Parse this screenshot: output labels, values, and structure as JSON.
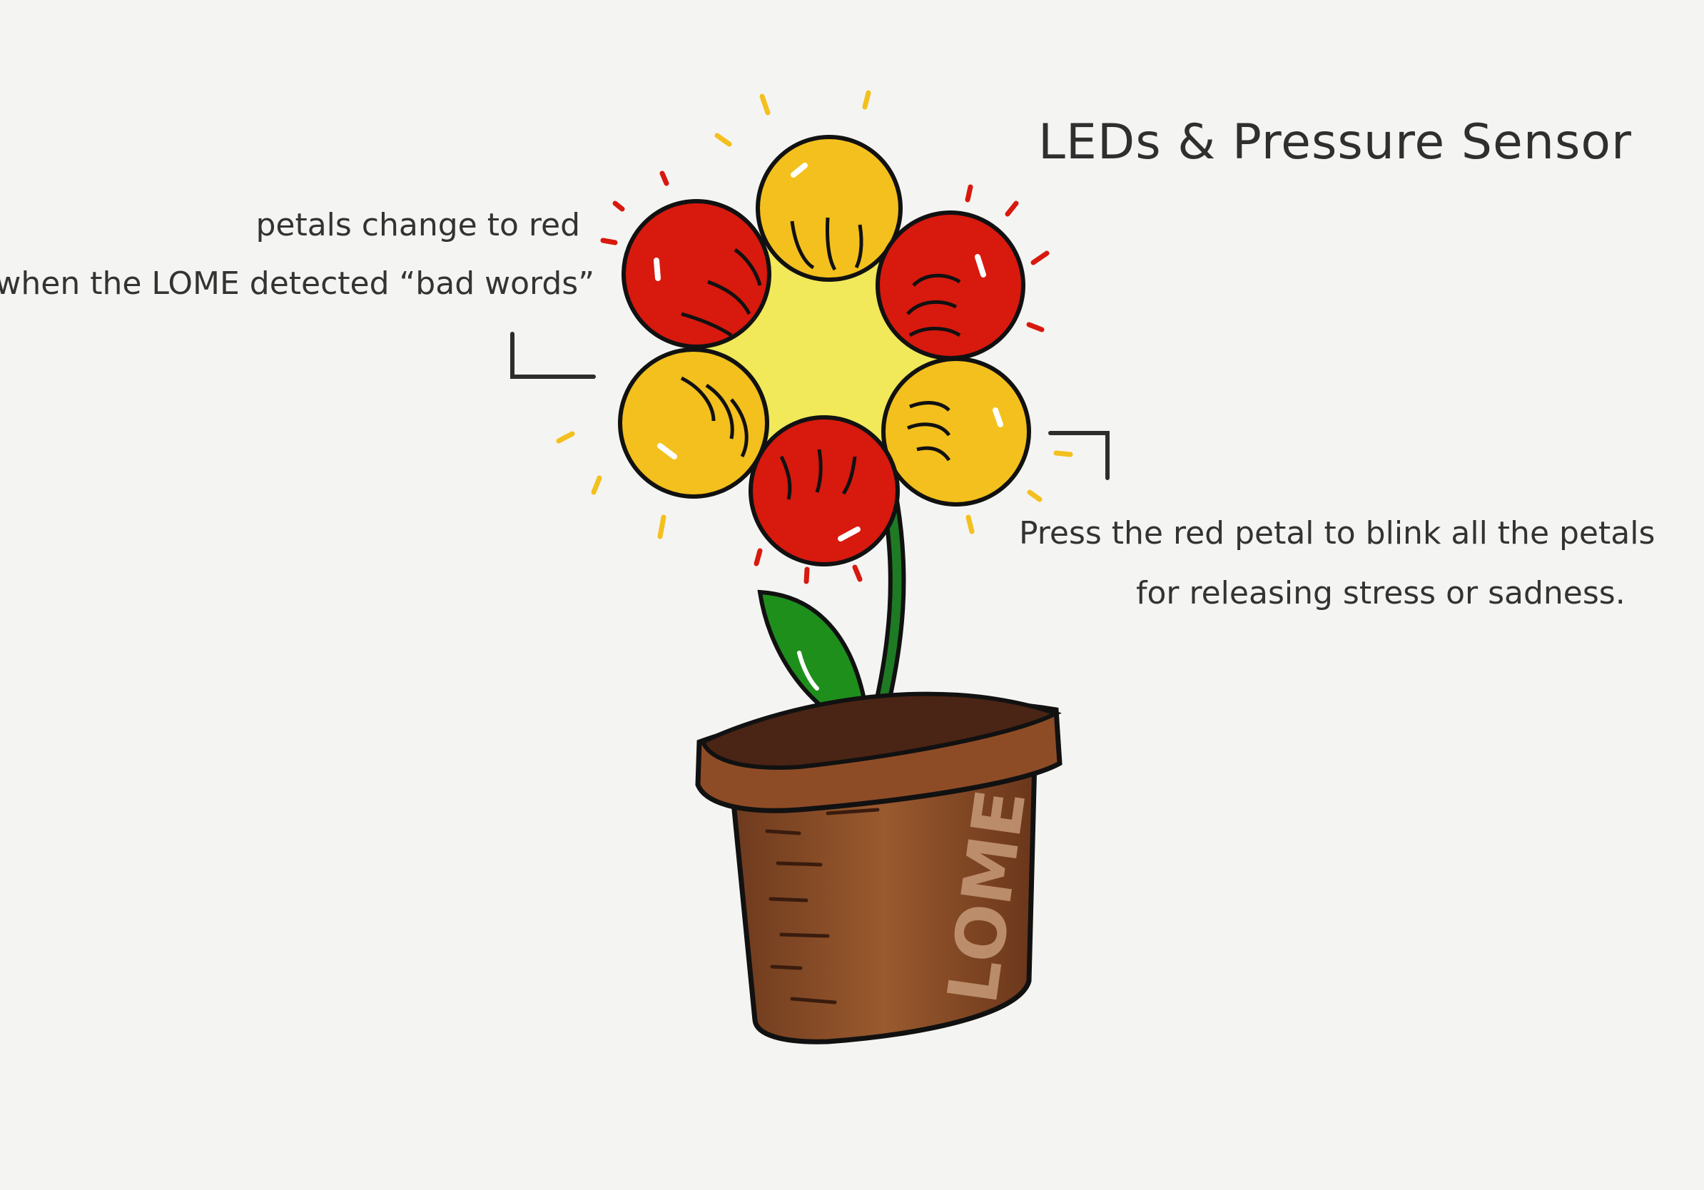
{
  "title": "LEDs & Pressure Sensor",
  "annotations": {
    "left": {
      "line1": "petals change to red",
      "line2": "when the LOME detected “bad words”"
    },
    "right": {
      "line1": "Press the red petal to blink all the petals",
      "line2": "for releasing stress or sadness."
    }
  },
  "pot": {
    "label": "LOME"
  },
  "colors": {
    "background": "#f4f4f2",
    "petal_red": "#d8190e",
    "petal_yellow": "#f3c01d",
    "flower_center": "#f1e85a",
    "stem": "#1f7a24",
    "leaf": "#1f8f1c",
    "pot": "#8a4a25",
    "soil": "#4a2414",
    "outline": "#111111",
    "ink": "#333333"
  },
  "petals": [
    {
      "name": "petal-top",
      "color": "yellow"
    },
    {
      "name": "petal-upper-right",
      "color": "red"
    },
    {
      "name": "petal-lower-right",
      "color": "yellow"
    },
    {
      "name": "petal-bottom",
      "color": "red"
    },
    {
      "name": "petal-lower-left",
      "color": "yellow"
    },
    {
      "name": "petal-upper-left",
      "color": "red"
    }
  ]
}
